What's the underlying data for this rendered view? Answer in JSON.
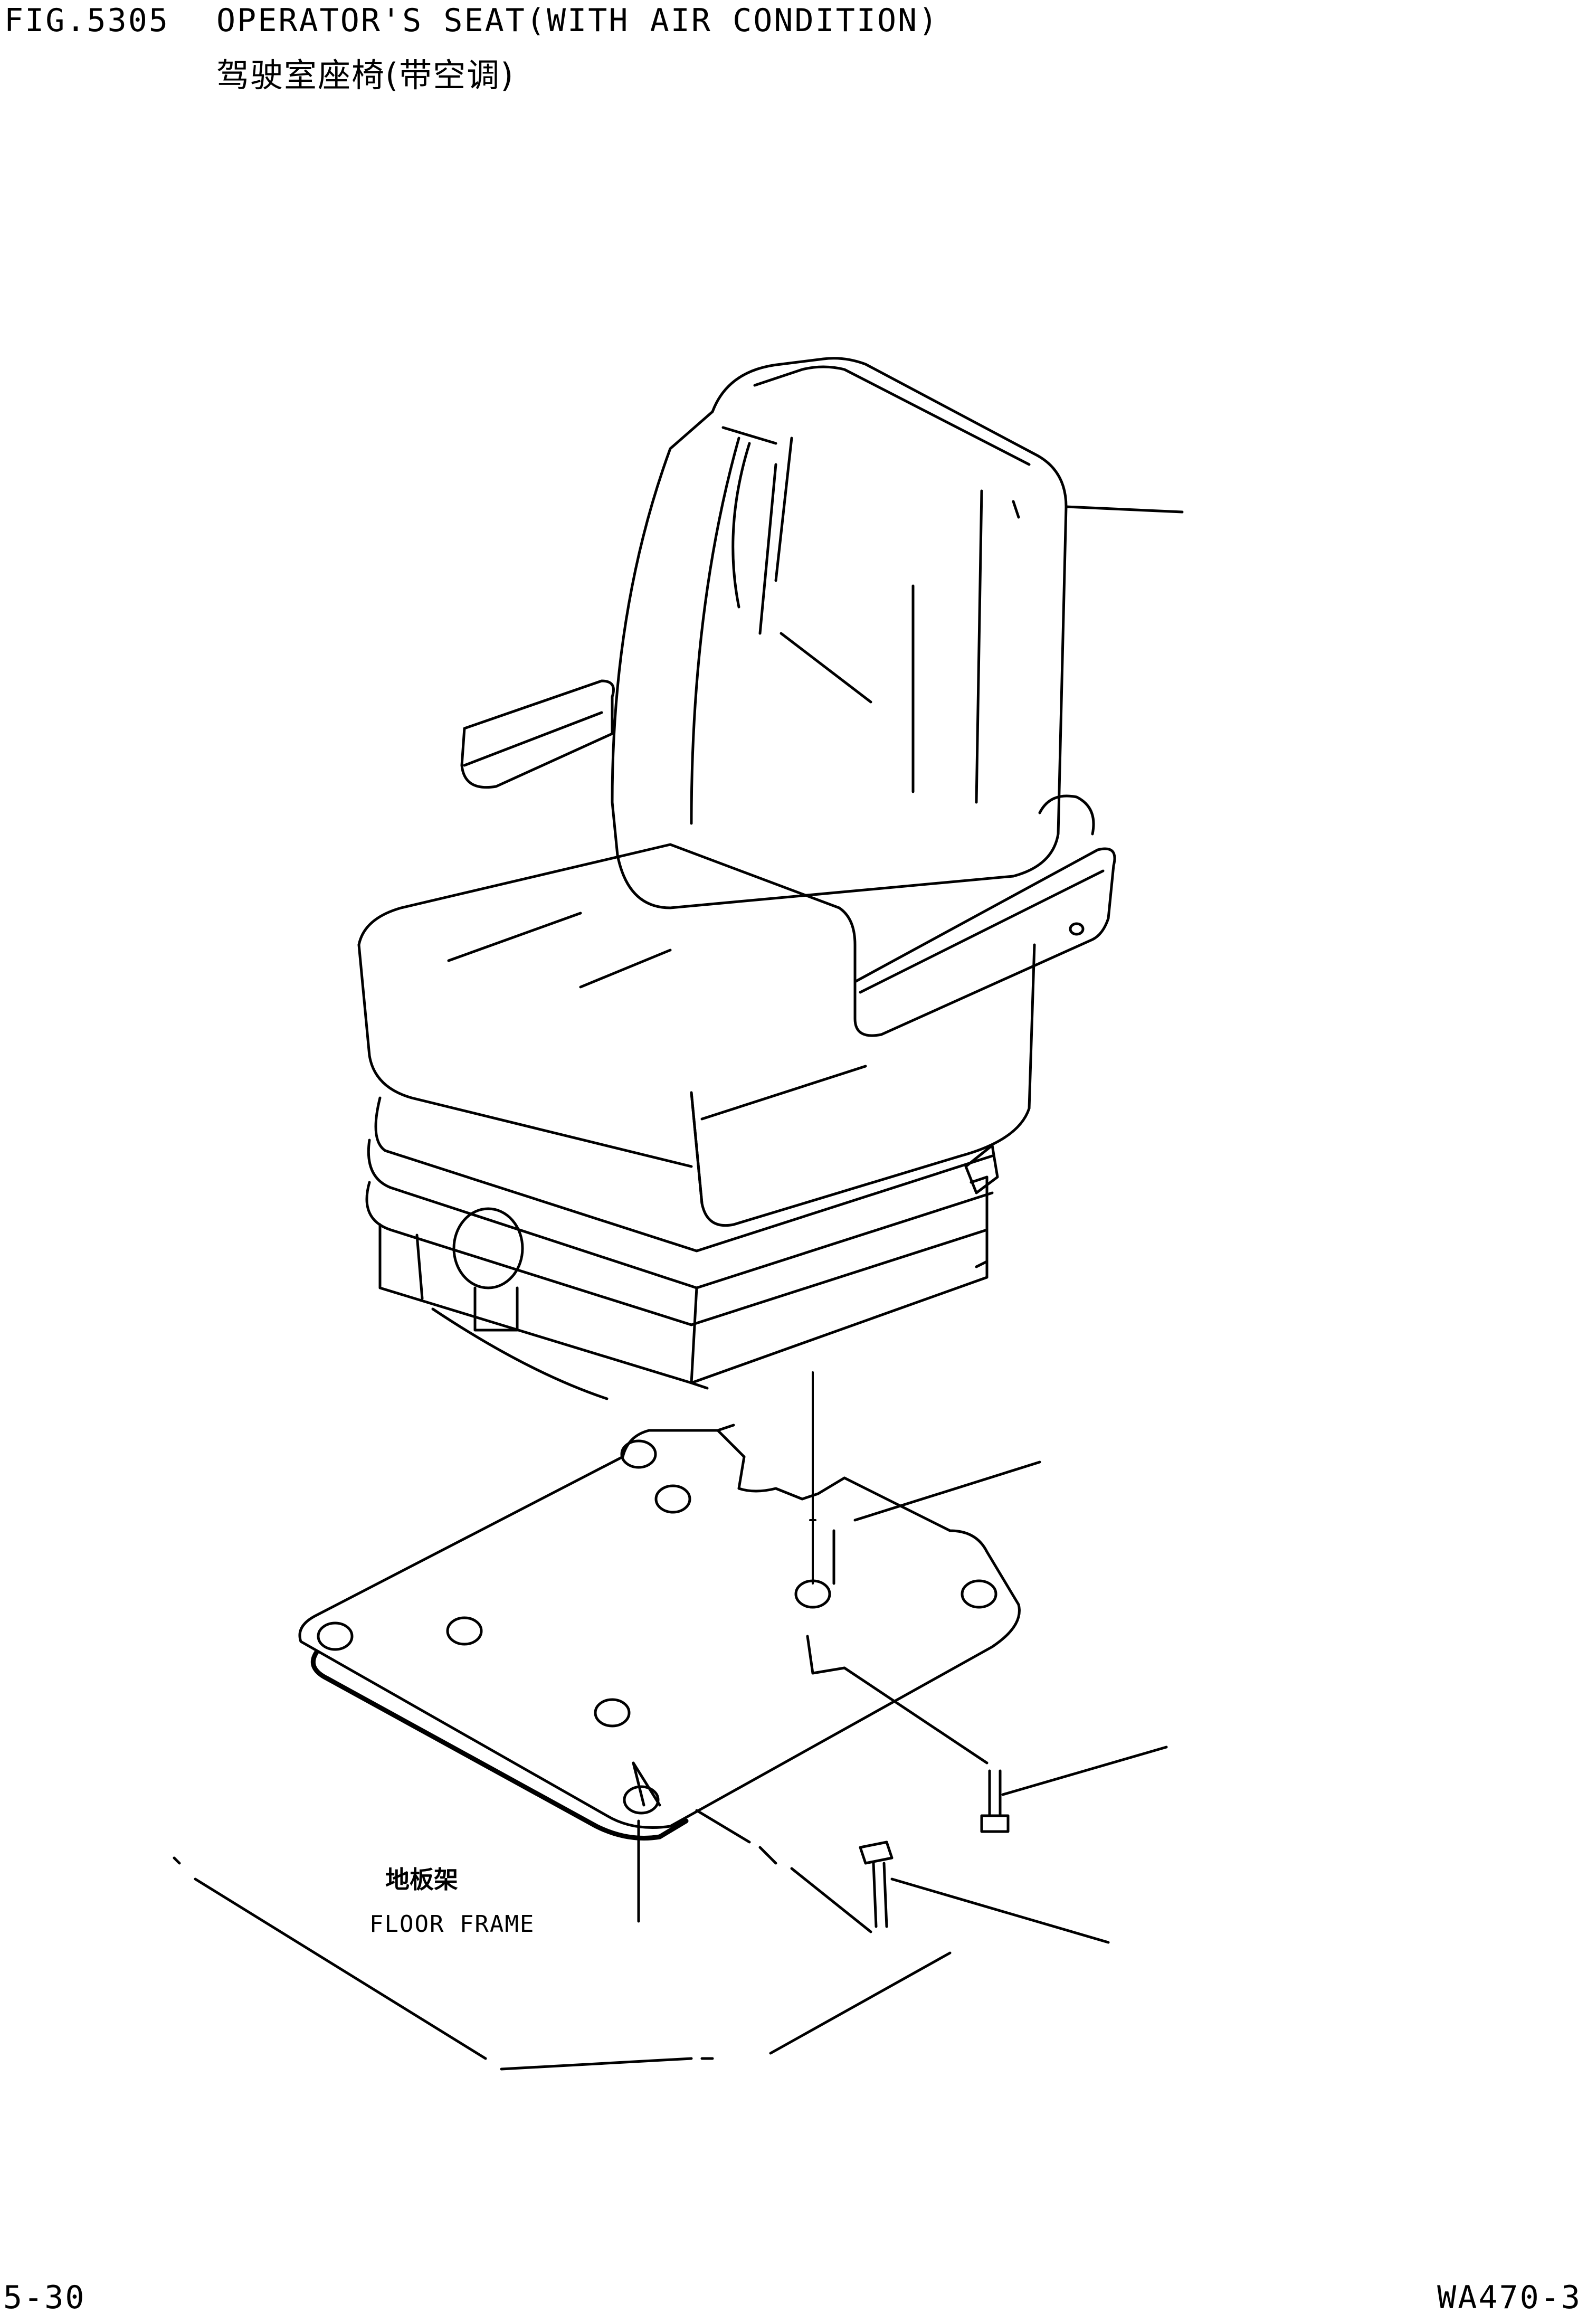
{
  "header": {
    "fig_number": "FIG.5305",
    "title_en": "OPERATOR'S SEAT(WITH AIR CONDITION)",
    "title_zh": "驾驶室座椅(带空调)"
  },
  "labels": {
    "floor_frame_zh": "地板架",
    "floor_frame_en": "FLOOR FRAME"
  },
  "footer": {
    "page_number": "5-30",
    "model_code": "WA470-3"
  }
}
